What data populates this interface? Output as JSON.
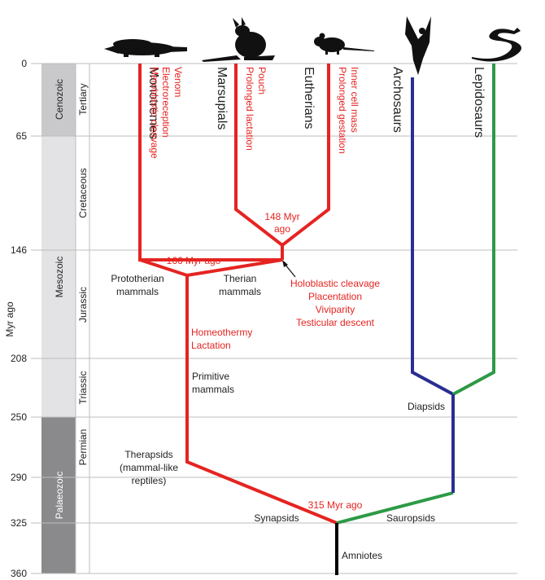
{
  "axis": {
    "label": "Myr ago",
    "ticks": [
      "0",
      "65",
      "146",
      "208",
      "250",
      "290",
      "325",
      "360"
    ]
  },
  "eras": {
    "cenozoic": "Cenozoic",
    "mesozoic": "Mesozoic",
    "palaeozoic": "Palaeozoic"
  },
  "periods": {
    "tertiary": "Tertiary",
    "cretaceous": "Cretaceous",
    "jurassic": "Jurassic",
    "triassic": "Triassic",
    "permian": "Permian"
  },
  "taxa": {
    "monotremes": "Monotremes",
    "marsupials": "Marsupials",
    "eutherians": "Eutherians",
    "archosaurs": "Archosaurs",
    "lepidosaurs": "Lepidosaurs"
  },
  "traits": {
    "monotremes": [
      "Venom",
      "Electroreception",
      "Meroblastic cleavage"
    ],
    "marsupials": [
      "Pouch",
      "Prolonged lactation"
    ],
    "eutherians": [
      "Inner cell mass",
      "Prolonged gestation"
    ],
    "therian": [
      "Holoblastic cleavage",
      "Placentation",
      "Viviparity",
      "Testicular descent"
    ],
    "mammals": [
      "Homeothermy",
      "Lactation"
    ]
  },
  "divergences": {
    "marsupial_eutherian": [
      "148 Myr",
      "ago"
    ],
    "prototherian_therian": "166 Myr ago",
    "synapsid_sauropsid": "315 Myr ago"
  },
  "groups": {
    "prototherian": [
      "Prototherian",
      "mammals"
    ],
    "therian": [
      "Therian",
      "mammals"
    ],
    "primitive": [
      "Primitive",
      "mammals"
    ],
    "therapsids": [
      "Therapsids",
      "(mammal-like",
      "reptiles)"
    ],
    "synapsids": "Synapsids",
    "sauropsids": "Sauropsids",
    "diapsids": "Diapsids",
    "amniotes": "Amniotes"
  },
  "colors": {
    "mammal_line": "#e52421",
    "archosaur_line": "#2a2e91",
    "lepidosaur_line": "#2d9a46",
    "root_line": "#000000",
    "trait_text": "#e52421",
    "cenozoic_fill": "#c9c9cb",
    "mesozoic_fill": "#e3e3e5",
    "palaeozoic_fill": "#8a8a8c"
  },
  "icons": [
    "platypus-icon",
    "wallaby-icon",
    "rat-icon",
    "eagle-icon",
    "snake-icon"
  ]
}
